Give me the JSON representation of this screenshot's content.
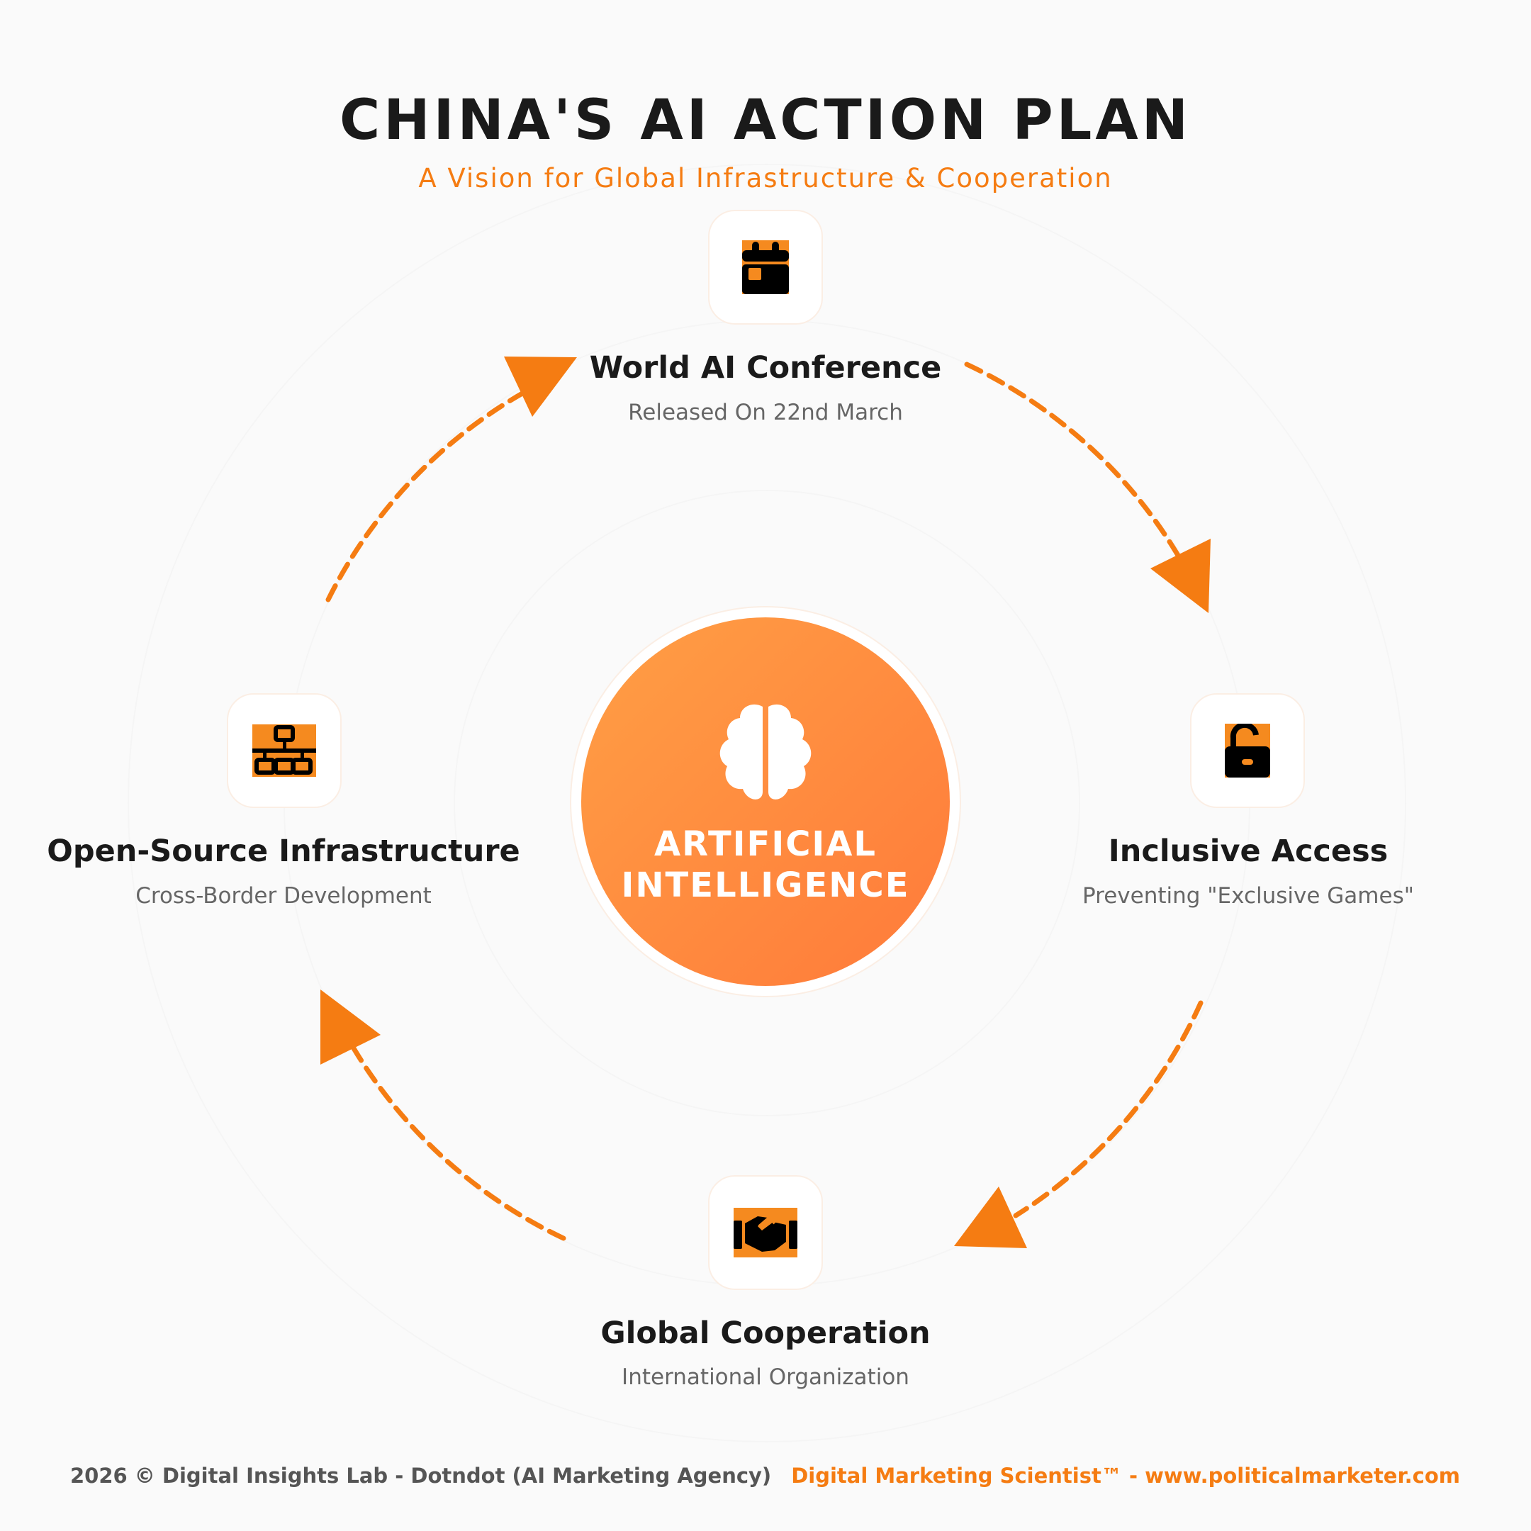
{
  "header": {
    "title": "CHINA'S AI ACTION PLAN",
    "subtitle": "A Vision for Global Infrastructure & Cooperation"
  },
  "center": {
    "line1": "ARTIFICIAL",
    "line2": "INTELLIGENCE",
    "icon": "brain-icon"
  },
  "nodes": [
    {
      "title": "World AI Conference",
      "subtitle": "Released On 22nd March",
      "icon": "calendar-icon"
    },
    {
      "title": "Inclusive Access",
      "subtitle": "Preventing \"Exclusive Games\"",
      "icon": "unlock-icon"
    },
    {
      "title": "Global Cooperation",
      "subtitle": "International Organization",
      "icon": "handshake-icon"
    },
    {
      "title": "Open-Source Infrastructure",
      "subtitle": "Cross-Border Development",
      "icon": "network-icon"
    }
  ],
  "footer": {
    "left": "2026 © Digital Insights Lab - Dotndot (AI Marketing Agency)",
    "right": "Digital Marketing Scientist™ - www.politicalmarketer.com"
  },
  "colors": {
    "accent": "#f57c12",
    "background": "#fafafa",
    "text": "#1a1a1a"
  }
}
